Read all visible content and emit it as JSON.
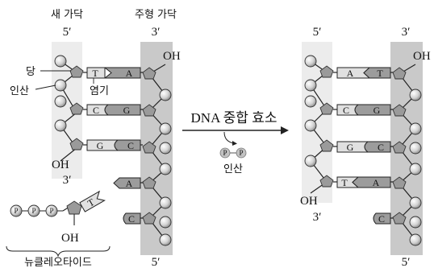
{
  "left_panel": {
    "new_strand_label": "새 가닥",
    "template_strand_label": "주형 가닥",
    "new_strand_top_end": "5′",
    "template_strand_top_end": "3′",
    "new_strand_bottom_end": "3′",
    "template_strand_bottom_end": "5′",
    "oh_top": "OH",
    "oh_new_end": "OH",
    "sugar_label": "당",
    "phosphate_label": "인산",
    "base_label": "염기",
    "pairs": [
      {
        "new": "T",
        "template": "A"
      },
      {
        "new": "C",
        "template": "G"
      },
      {
        "new": "G",
        "template": "C"
      }
    ],
    "unpaired_template": [
      "A",
      "C"
    ],
    "nucleotide": {
      "phosphates": [
        "P",
        "P",
        "P"
      ],
      "base": "T",
      "oh": "OH",
      "label": "뉴클레오타이드"
    }
  },
  "reaction": {
    "enzyme_label": "DNA 중합 효소",
    "byproduct_phosphates": [
      "P",
      "P"
    ],
    "byproduct_label": "인산"
  },
  "right_panel": {
    "new_strand_top_end": "5′",
    "template_strand_top_end": "3′",
    "new_strand_bottom_end": "3′",
    "template_strand_bottom_end": "5′",
    "oh_top": "OH",
    "oh_new_end": "OH",
    "pairs": [
      {
        "new": "A",
        "template": "T"
      },
      {
        "new": "C",
        "template": "G"
      },
      {
        "new": "G",
        "template": "C"
      },
      {
        "new": "T",
        "template": "A"
      }
    ],
    "unpaired_template": [
      "C"
    ]
  }
}
